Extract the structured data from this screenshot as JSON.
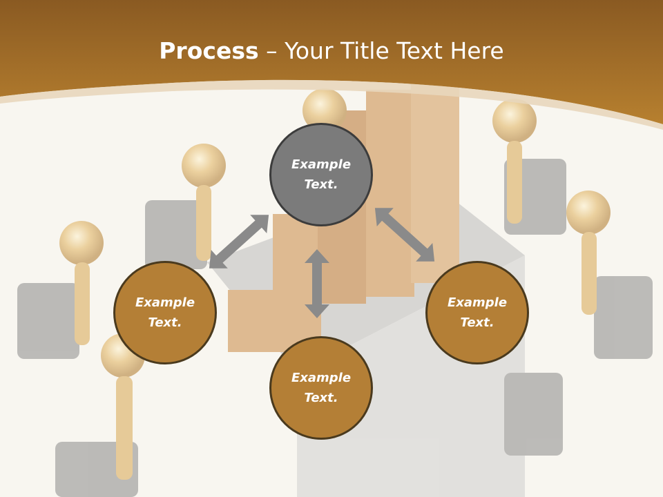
{
  "title": {
    "bold": "Process",
    "rest": " – Your Title Text Here"
  },
  "colors": {
    "header_brown": "#a8712a",
    "header_light": "#c49a5e",
    "circle_gold": "#b47f36",
    "circle_gray": "#7b7b7b",
    "arrow_gray": "#8a8a8a"
  },
  "nodes": {
    "top": "Example\nText.",
    "left": "Example\nText.",
    "right": "Example\nText.",
    "bottom": "Example\nText."
  }
}
